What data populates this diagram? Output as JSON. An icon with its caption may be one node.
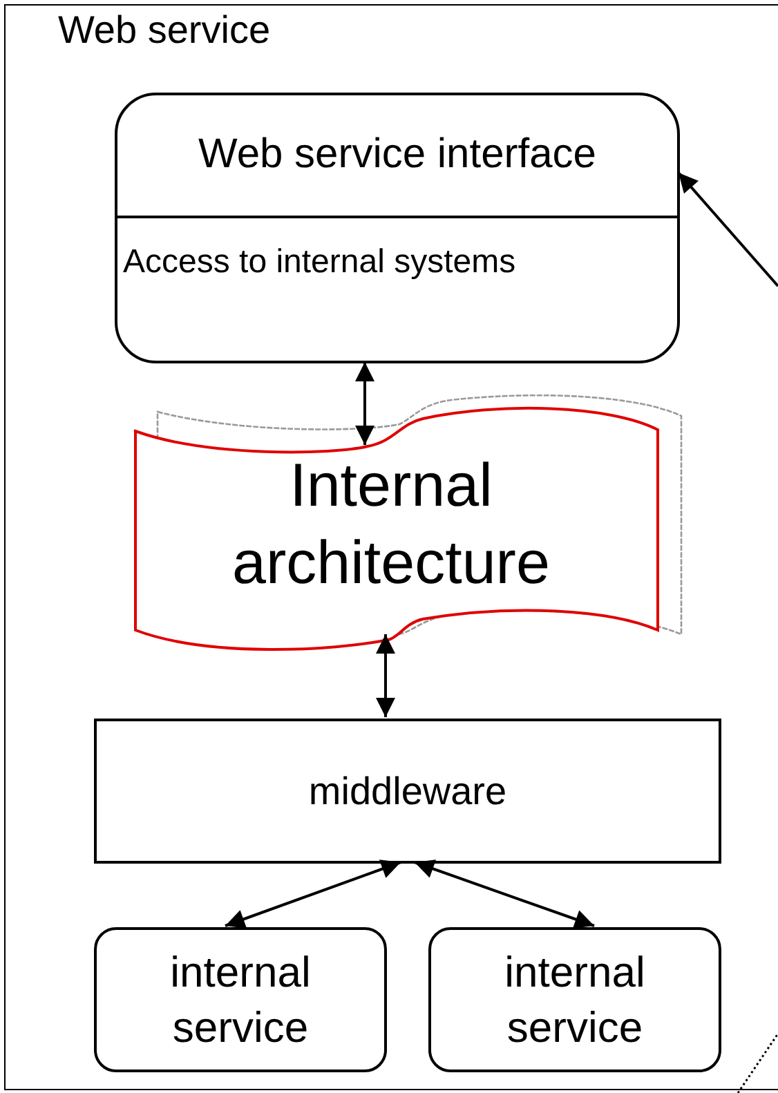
{
  "diagram": {
    "nodes": [
      {
        "text": [
          "Web service"
        ]
      },
      {
        "text": [
          "Web service interface",
          "Access to internal systems"
        ],
        "in": 0
      },
      {
        "text": [
          "Internal architecture"
        ],
        "in": 0
      },
      {
        "text": [
          "middleware"
        ],
        "in": 0
      },
      {
        "text": [
          "internal service"
        ],
        "in": 0
      },
      {
        "text": [
          "internal service"
        ],
        "in": 0
      }
    ],
    "edges": [
      {
        "from": 1,
        "to": 2,
        "arrow": "both"
      },
      {
        "from": 2,
        "to": 3,
        "arrow": "both"
      },
      {
        "from": 3,
        "to": 4,
        "arrow": "both"
      },
      {
        "from": 3,
        "to": 5,
        "arrow": "both"
      },
      {
        "from": null,
        "to": 1,
        "arrow": "to"
      }
    ]
  }
}
